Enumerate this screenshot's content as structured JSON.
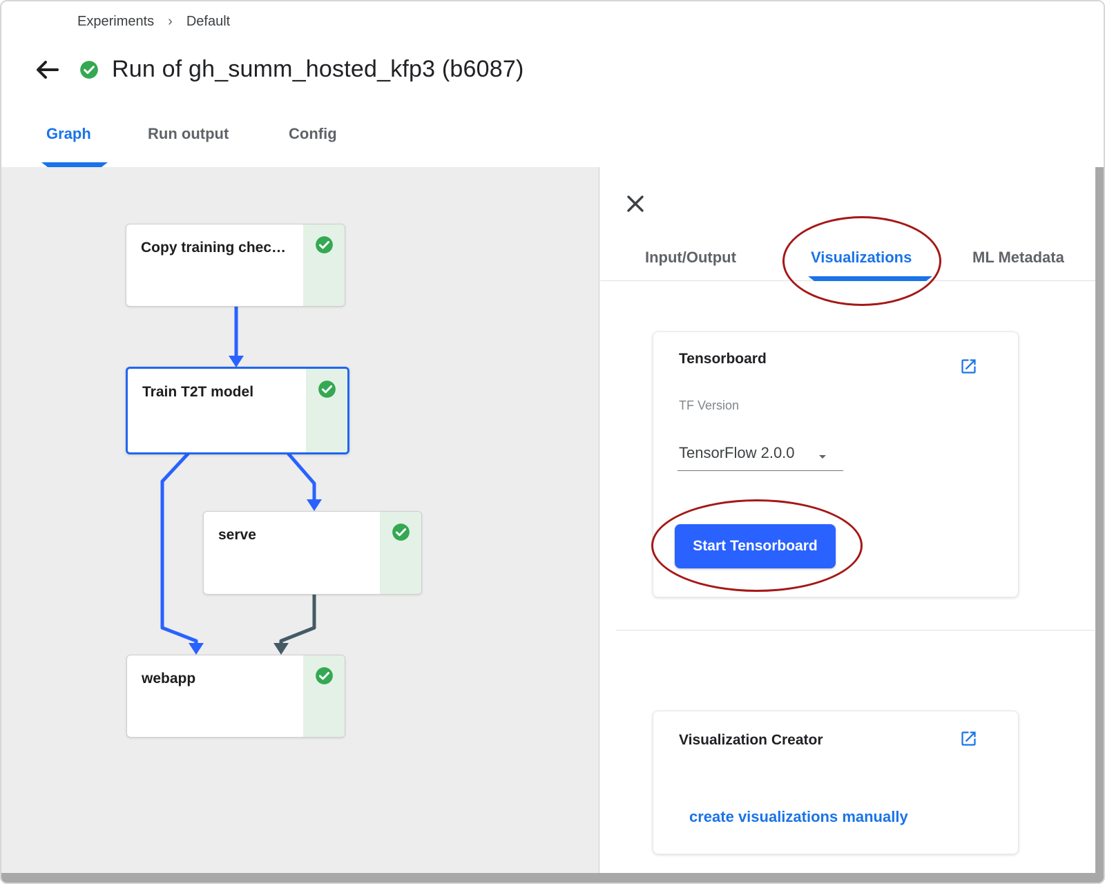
{
  "colors": {
    "accent_blue": "#1a73e8",
    "edge_blue": "#2962ff",
    "button_blue": "#2962ff",
    "success_green": "#34a853",
    "success_bg": "#e4f1e6",
    "annotation_red": "#a61717",
    "panel_gray": "#ededed",
    "text_dark": "#202124",
    "text_gray": "#5f6368"
  },
  "breadcrumb": {
    "separator": "›",
    "items": [
      "Experiments",
      "Default"
    ]
  },
  "header": {
    "title": "Run of gh_summ_hosted_kfp3 (b6087)",
    "status": "succeeded"
  },
  "main_tabs": {
    "graph": "Graph",
    "run_output": "Run output",
    "config": "Config",
    "active": "Graph"
  },
  "graph": {
    "nodes": [
      {
        "label": "Copy training chec…",
        "status": "succeeded",
        "selected": false
      },
      {
        "label": "Train T2T model",
        "status": "succeeded",
        "selected": true
      },
      {
        "label": "serve",
        "status": "succeeded",
        "selected": false
      },
      {
        "label": "webapp",
        "status": "succeeded",
        "selected": false
      }
    ]
  },
  "panel": {
    "tabs": {
      "input_output": "Input/Output",
      "visualizations": "Visualizations",
      "ml_metadata": "ML Metadata",
      "active": "Visualizations"
    },
    "tensorboard": {
      "title": "Tensorboard",
      "tf_version_label": "TF Version",
      "tf_version_value": "TensorFlow 2.0.0",
      "start_button": "Start Tensorboard"
    },
    "creator": {
      "title": "Visualization Creator",
      "link": "create visualizations manually"
    }
  }
}
